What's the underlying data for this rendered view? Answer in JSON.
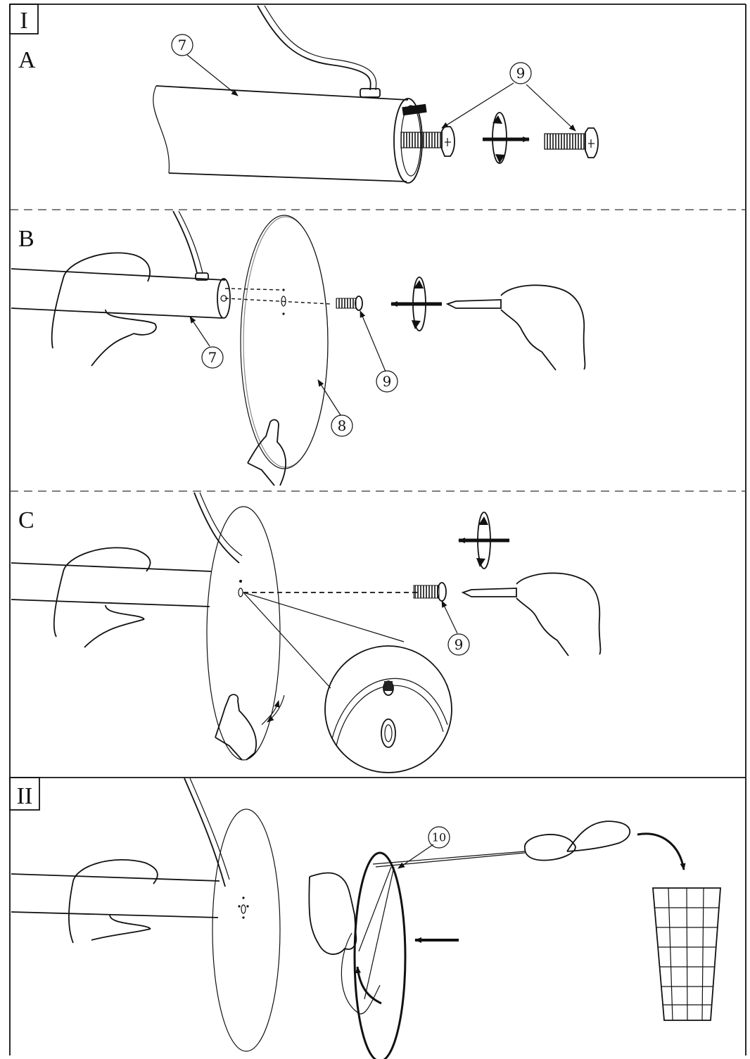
{
  "sections": {
    "I": "I",
    "A": "A",
    "B": "B",
    "C": "C",
    "II": "II"
  },
  "part_numbers": {
    "seven": "7",
    "eight": "8",
    "nine": "9",
    "ten": "10"
  },
  "colors": {
    "line": "#111111",
    "background": "#ffffff"
  }
}
